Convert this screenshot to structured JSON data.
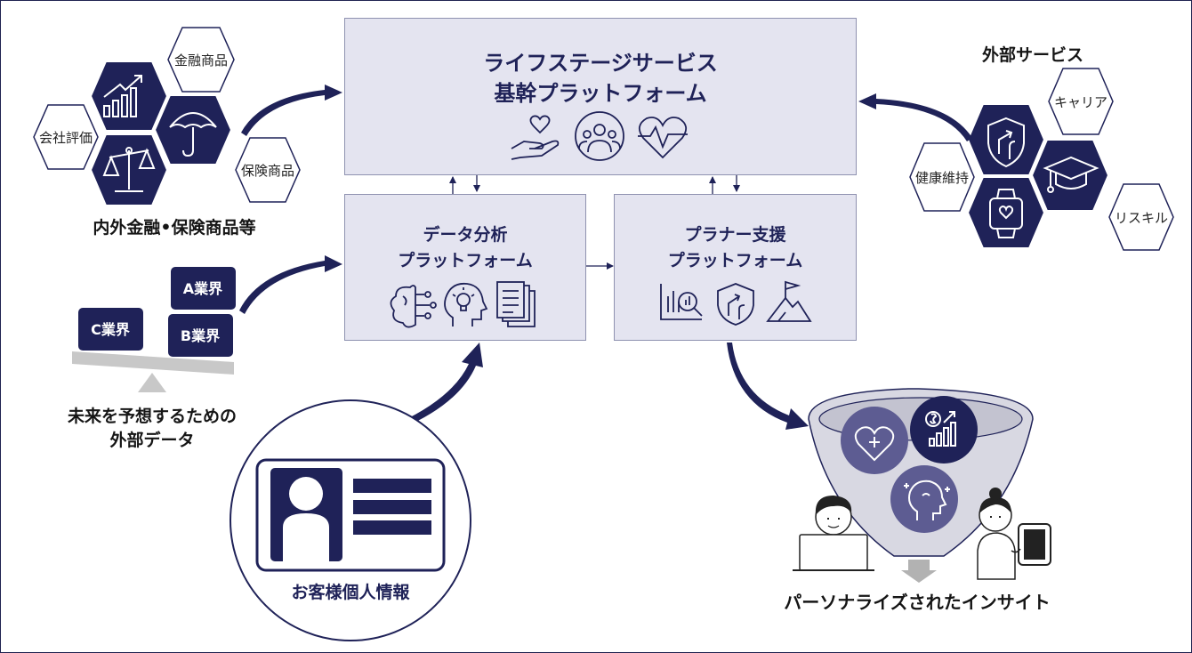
{
  "platforms": {
    "core": {
      "line1": "ライフステージサービス",
      "line2": "基幹プラットフォーム"
    },
    "analysis": {
      "line1": "データ分析",
      "line2": "プラットフォーム"
    },
    "planner": {
      "line1": "プラナー支援",
      "line2": "プラットフォーム"
    }
  },
  "left_cluster": {
    "caption": "内外金融•保険商品等",
    "hexes": [
      "金融商品",
      "会社評価",
      "保険商品"
    ]
  },
  "right_cluster": {
    "title": "外部サービス",
    "hexes": [
      "キャリア",
      "健康維持",
      "リスキル"
    ]
  },
  "industries": {
    "tiles": [
      "A業界",
      "B業界",
      "C業界"
    ],
    "caption_line1": "未来を予想するための",
    "caption_line2": "外部データ"
  },
  "customer": {
    "caption": "お客様個人情報"
  },
  "output": {
    "caption": "パーソナライズされたインサイト"
  },
  "colors": {
    "navy": "#1f2258",
    "panel": "#e4e4f0",
    "funnel": "#d8d8e2",
    "purple": "#5d5c92",
    "scale": "#c8c8c8"
  },
  "icons": [
    "chart-growth-icon",
    "umbrella-icon",
    "balance-scale-icon",
    "hand-heart-icon",
    "team-icon",
    "heart-pulse-icon",
    "brain-network-icon",
    "lightbulb-head-icon",
    "documents-icon",
    "analytics-icon",
    "shield-route-icon",
    "mountain-flag-icon",
    "signpost-shield-icon",
    "graduation-cap-icon",
    "smartwatch-icon",
    "id-card-icon",
    "heart-plus-icon",
    "finance-chart-icon",
    "mind-icon",
    "office-worker-icon",
    "woman-phone-icon"
  ]
}
